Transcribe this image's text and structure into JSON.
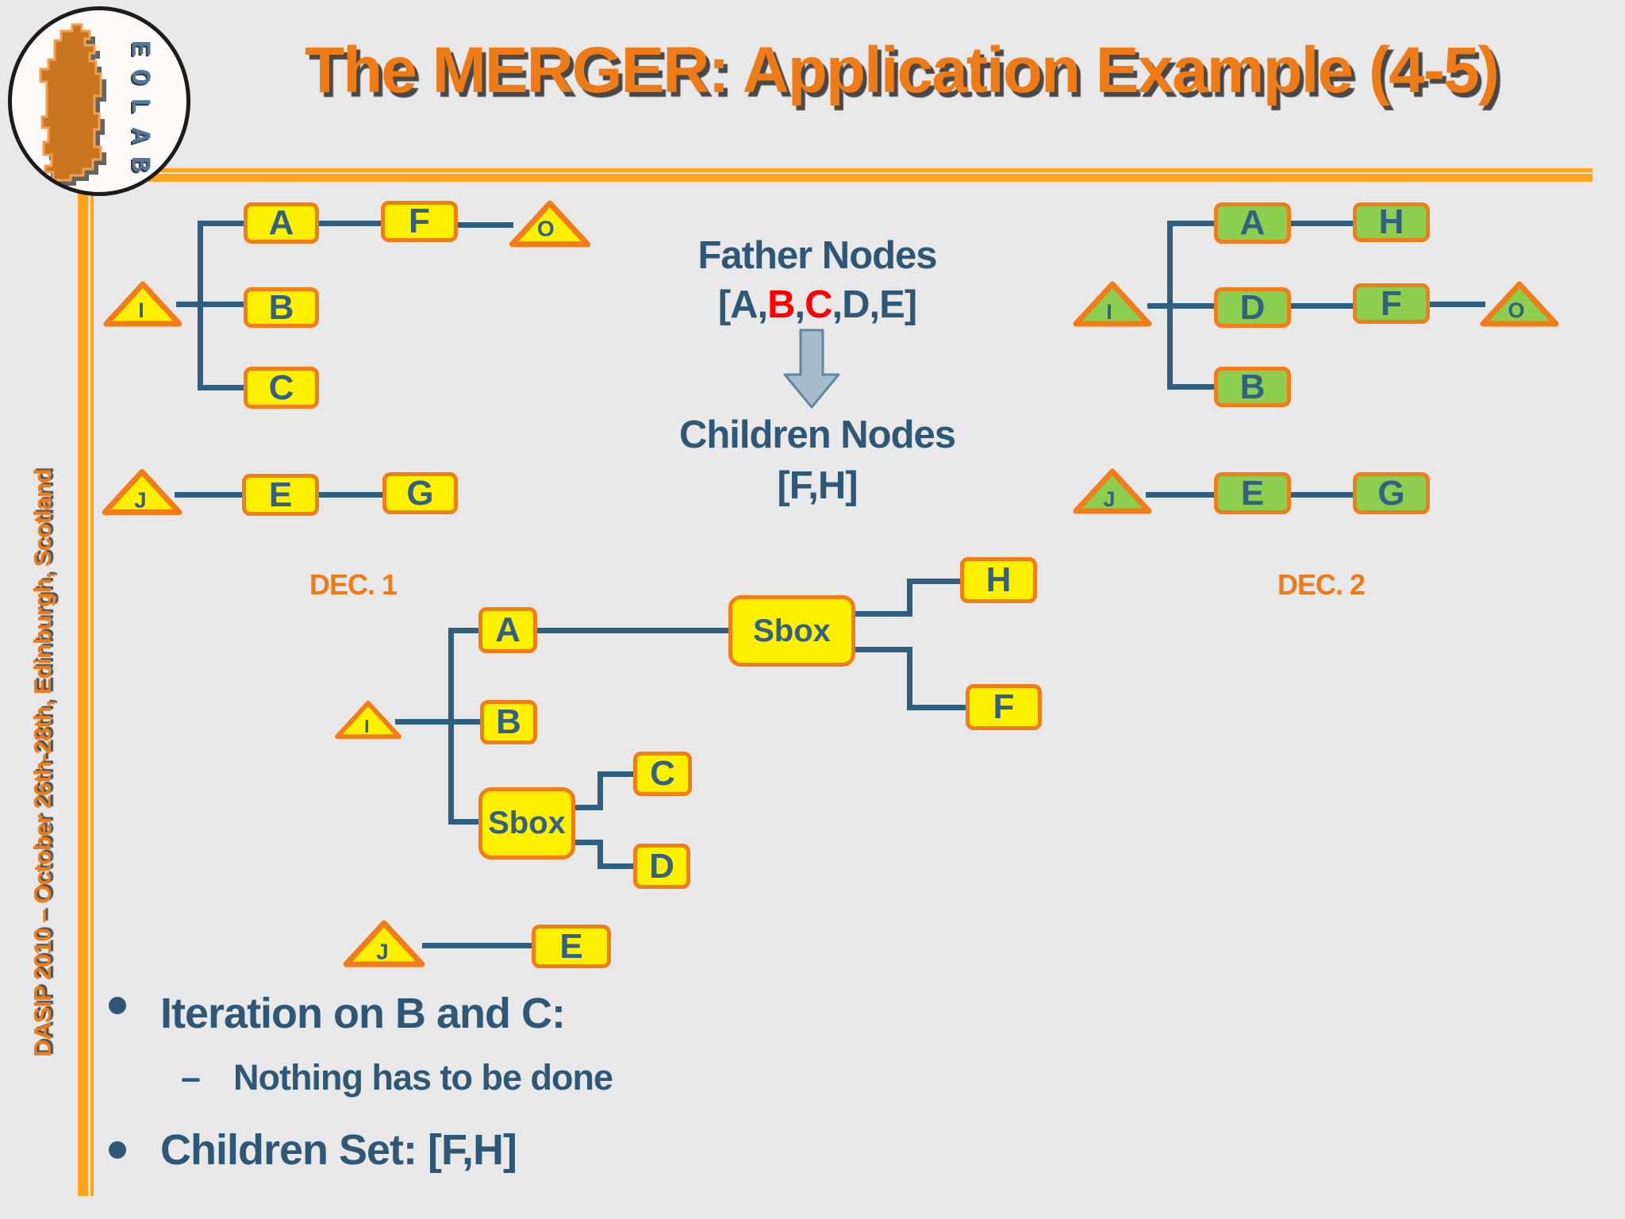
{
  "slide_title": "The MERGER: Application Example (4-5)",
  "sidebar": {
    "event_text": "DASIP 2010 – October 26th-28th, Edinburgh, Scotland"
  },
  "logo": {
    "letters": [
      "E",
      "O",
      "L",
      "A",
      "B"
    ]
  },
  "transform": {
    "father_label": "Father Nodes",
    "father_set": {
      "pre": "[A,",
      "b": "B",
      "m": ",",
      "c": "C",
      "post": ",D,E]"
    },
    "children_label": "Children Nodes",
    "children_set": "[F,H]"
  },
  "dec1": {
    "caption": "DEC. 1",
    "input_label": "I",
    "output_label": "O",
    "input2_label": "J",
    "nodes": {
      "a": "A",
      "b": "B",
      "c": "C",
      "f": "F",
      "e": "E",
      "g": "G"
    }
  },
  "dec2": {
    "caption": "DEC. 2",
    "input_label": "I",
    "output_label": "O",
    "input2_label": "J",
    "nodes": {
      "a": "A",
      "h": "H",
      "d": "D",
      "f": "F",
      "b": "B",
      "e": "E",
      "g": "G"
    }
  },
  "merged": {
    "input_label": "I",
    "input2_label": "J",
    "nodes": {
      "a": "A",
      "b": "B",
      "c": "C",
      "d": "D",
      "e": "E",
      "f": "F",
      "h": "H",
      "sbox1": "Sbox",
      "sbox2": "Sbox"
    }
  },
  "bullets": {
    "item1": "Iteration on B and C:",
    "sub_dash": "–",
    "sub1": "Nothing has to be done",
    "item2": "Children Set: [F,H]"
  },
  "colors": {
    "accent_orange": "#EE7B16",
    "rule_orange": "#FFA41E",
    "node_yellow": "#FFF000",
    "node_green": "#8CCE4D",
    "node_border": "#F07D1A",
    "connector_blue": "#2E5F80",
    "ink_blue": "#2E5876",
    "highlight_red": "#FF0000",
    "arrow_fill": "#A6BBCB"
  }
}
